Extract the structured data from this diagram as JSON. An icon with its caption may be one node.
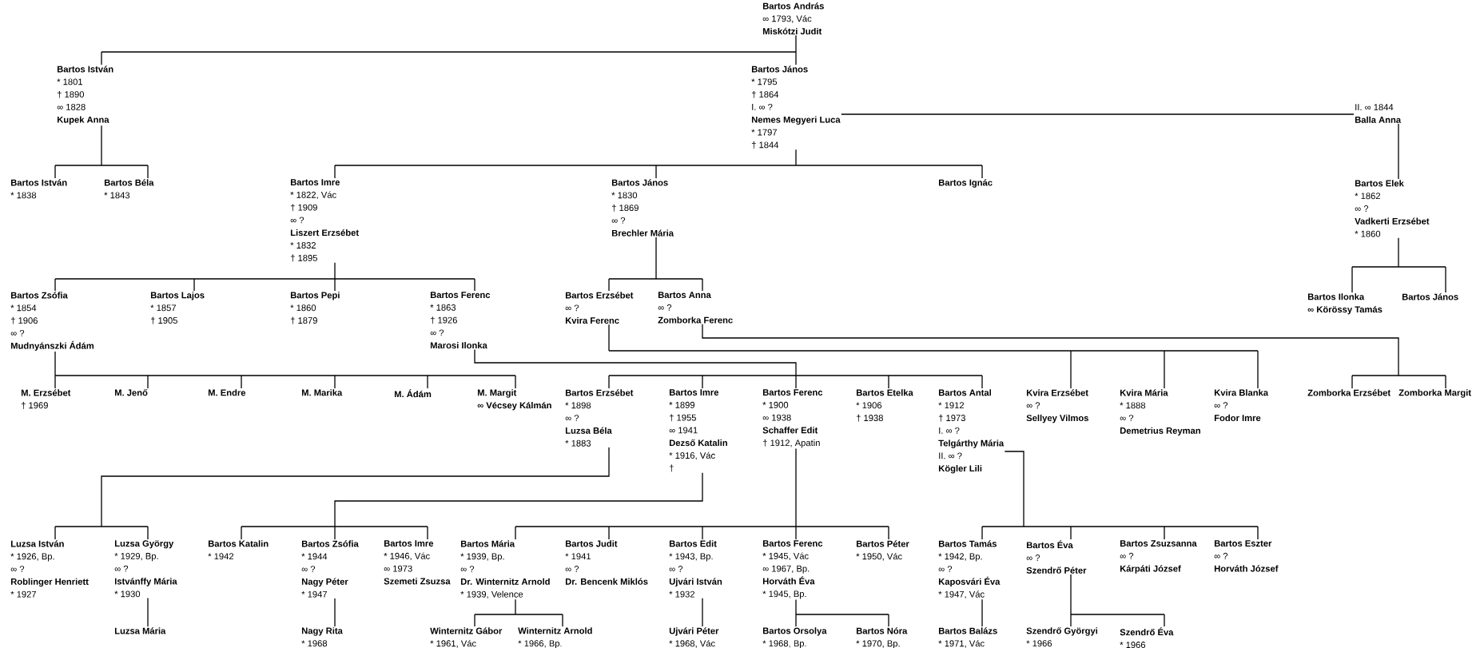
{
  "diagram": {
    "nodes": [
      {
        "text": [
          "Bartos András",
          "∞ 1793, Vác",
          "Miskótzi Judit"
        ]
      },
      {
        "text": [
          "Bartos István",
          "* 1801",
          "† 1890",
          "∞ 1828",
          "Kupek Anna"
        ]
      },
      {
        "text": [
          "Bartos János",
          "* 1795",
          "† 1864",
          "I. ∞ ?",
          "Nemes Megyeri Luca",
          "* 1797",
          "† 1844"
        ]
      },
      {
        "text": [
          "II. ∞ 1844",
          "Balla Anna"
        ]
      },
      {
        "text": [
          "Bartos István",
          "* 1838"
        ]
      },
      {
        "text": [
          "Bartos Béla",
          "* 1843"
        ]
      },
      {
        "text": [
          "Bartos Imre",
          "* 1822, Vác",
          "† 1909",
          "∞ ?",
          "Liszert Erzsébet",
          "* 1832",
          "† 1895"
        ]
      },
      {
        "text": [
          "Bartos János",
          "* 1830",
          "† 1869",
          "∞ ?",
          "Brechler Mária"
        ]
      },
      {
        "text": [
          "Bartos Ignác"
        ]
      },
      {
        "text": [
          "Bartos Elek",
          "* 1862",
          "∞ ?",
          "Vadkerti Erzsébet",
          "* 1860"
        ]
      },
      {
        "text": [
          "Bartos Zsófia",
          "* 1854",
          "† 1906",
          "∞ ?",
          "Mudnyánszki Ádám"
        ]
      },
      {
        "text": [
          "Bartos Lajos",
          "* 1857",
          "† 1905"
        ]
      },
      {
        "text": [
          "Bartos Pepi",
          "* 1860",
          "† 1879"
        ]
      },
      {
        "text": [
          "Bartos Ferenc",
          "* 1863",
          "† 1926",
          "∞ ?",
          "Marosi Ilonka"
        ]
      },
      {
        "text": [
          "Bartos Erzsébet",
          "∞ ?",
          "Kvira Ferenc"
        ]
      },
      {
        "text": [
          "Bartos Anna",
          "∞ ?",
          "Zomborka Ferenc"
        ]
      },
      {
        "text": [
          "Bartos Ilonka",
          "∞ Körössy Tamás"
        ]
      },
      {
        "text": [
          "Bartos János"
        ]
      },
      {
        "text": [
          "M. Erzsébet",
          "† 1969"
        ]
      },
      {
        "text": [
          "M. Jenő"
        ]
      },
      {
        "text": [
          "M. Endre"
        ]
      },
      {
        "text": [
          "M. Marika"
        ]
      },
      {
        "text": [
          "M. Ádám"
        ]
      },
      {
        "text": [
          "M. Margit",
          "∞ Vécsey Kálmán"
        ]
      },
      {
        "text": [
          "Bartos Erzsébet",
          "* 1898",
          "∞ ?",
          "Luzsa Béla",
          "* 1883"
        ]
      },
      {
        "text": [
          "Bartos Imre",
          "* 1899",
          "† 1955",
          "∞ 1941",
          "Dezső Katalin",
          "* 1916, Vác",
          "†"
        ]
      },
      {
        "text": [
          "Bartos Ferenc",
          "* 1900",
          "∞ 1938",
          "Schaffer Edit",
          "† 1912, Apatin"
        ]
      },
      {
        "text": [
          "Bartos Etelka",
          "* 1906",
          "† 1938"
        ]
      },
      {
        "text": [
          "Bartos Antal",
          "* 1912",
          "† 1973",
          "I. ∞ ?",
          "Telgárthy Mária",
          "II. ∞ ?",
          "Kögler Lili"
        ]
      },
      {
        "text": [
          "Kvira Erzsébet",
          "∞ ?",
          "Sellyey Vilmos"
        ]
      },
      {
        "text": [
          "Kvira Mária",
          "* 1888",
          "∞ ?",
          "Demetrius Reyman"
        ]
      },
      {
        "text": [
          "Kvira Blanka",
          "∞ ?",
          "Fodor Imre"
        ]
      },
      {
        "text": [
          "Zomborka Erzsébet"
        ]
      },
      {
        "text": [
          "Zomborka Margit"
        ]
      },
      {
        "text": [
          "Luzsa István",
          "* 1926, Bp.",
          "∞ ?",
          "Roblinger Henriett",
          "* 1927"
        ]
      },
      {
        "text": [
          "Luzsa György",
          "* 1929, Bp.",
          "∞ ?",
          "Istvánffy Mária",
          "* 1930"
        ]
      },
      {
        "text": [
          "Bartos Katalin",
          "* 1942"
        ]
      },
      {
        "text": [
          "Bartos Zsófia",
          "* 1944",
          "∞ ?",
          "Nagy Péter",
          "* 1947"
        ]
      },
      {
        "text": [
          "Bartos Imre",
          "* 1946, Vác",
          "∞ 1973",
          "Szemeti Zsuzsa"
        ]
      },
      {
        "text": [
          "Bartos Mária",
          "* 1939, Bp.",
          "∞ ?",
          "Dr. Winternitz Arnold",
          "* 1939, Velence"
        ]
      },
      {
        "text": [
          "Bartos Judit",
          "* 1941",
          "∞ ?",
          "Dr. Bencenk Miklós"
        ]
      },
      {
        "text": [
          "Bartos Edit",
          "* 1943, Bp.",
          "∞ ?",
          "Ujvári István",
          "* 1932"
        ]
      },
      {
        "text": [
          "Bartos Ferenc",
          "* 1945, Vác",
          "∞ 1967, Bp.",
          "Horváth Éva",
          "* 1945, Bp."
        ]
      },
      {
        "text": [
          "Bartos Péter",
          "* 1950, Vác"
        ]
      },
      {
        "text": [
          "Bartos Tamás",
          "* 1942, Bp.",
          "∞ ?",
          "Kaposvári Éva",
          "* 1947, Vác"
        ]
      },
      {
        "text": [
          "Bartos Éva",
          "∞ ?",
          "Szendrő Péter"
        ]
      },
      {
        "text": [
          "Bartos Zsuzsanna",
          "∞ ?",
          "Kárpáti József"
        ]
      },
      {
        "text": [
          "Bartos Eszter",
          "∞ ?",
          "Horváth József"
        ]
      },
      {
        "text": [
          "Luzsa Mária"
        ]
      },
      {
        "text": [
          "Nagy Rita",
          "* 1968"
        ]
      },
      {
        "text": [
          "Winternitz Gábor",
          "* 1961, Vác"
        ]
      },
      {
        "text": [
          "Winternitz Arnold",
          "* 1966, Bp."
        ]
      },
      {
        "text": [
          "Ujvári Péter",
          "* 1968, Vác"
        ]
      },
      {
        "text": [
          "Bartos Orsolya",
          "* 1968, Bp."
        ]
      },
      {
        "text": [
          "Bartos Nóra",
          "* 1970, Bp."
        ]
      },
      {
        "text": [
          "Bartos Balázs",
          "* 1971, Vác"
        ]
      },
      {
        "text": [
          "Szendrő Györgyi",
          "* 1966"
        ]
      },
      {
        "text": [
          "Szendrő Éva",
          "* 1966"
        ]
      }
    ],
    "edges": [
      {
        "from": 0,
        "to": 1,
        "arrow": "none"
      },
      {
        "from": 0,
        "to": 2,
        "arrow": "none"
      },
      {
        "from": 2,
        "to": 3,
        "arrow": "none"
      },
      {
        "from": 1,
        "to": 4,
        "arrow": "none"
      },
      {
        "from": 1,
        "to": 5,
        "arrow": "none"
      },
      {
        "from": 2,
        "to": 6,
        "arrow": "none"
      },
      {
        "from": 2,
        "to": 7,
        "arrow": "none"
      },
      {
        "from": 2,
        "to": 8,
        "arrow": "none"
      },
      {
        "from": 3,
        "to": 9,
        "arrow": "none"
      },
      {
        "from": 6,
        "to": 10,
        "arrow": "none"
      },
      {
        "from": 6,
        "to": 11,
        "arrow": "none"
      },
      {
        "from": 6,
        "to": 12,
        "arrow": "none"
      },
      {
        "from": 6,
        "to": 13,
        "arrow": "none"
      },
      {
        "from": 7,
        "to": 14,
        "arrow": "none"
      },
      {
        "from": 7,
        "to": 15,
        "arrow": "none"
      },
      {
        "from": 9,
        "to": 16,
        "arrow": "none"
      },
      {
        "from": 9,
        "to": 17,
        "arrow": "none"
      },
      {
        "from": 10,
        "to": 18,
        "arrow": "none"
      },
      {
        "from": 10,
        "to": 19,
        "arrow": "none"
      },
      {
        "from": 10,
        "to": 20,
        "arrow": "none"
      },
      {
        "from": 10,
        "to": 21,
        "arrow": "none"
      },
      {
        "from": 10,
        "to": 22,
        "arrow": "none"
      },
      {
        "from": 10,
        "to": 23,
        "arrow": "none"
      },
      {
        "from": 13,
        "to": 24,
        "arrow": "none"
      },
      {
        "from": 13,
        "to": 25,
        "arrow": "none"
      },
      {
        "from": 13,
        "to": 26,
        "arrow": "none"
      },
      {
        "from": 13,
        "to": 27,
        "arrow": "none"
      },
      {
        "from": 13,
        "to": 28,
        "arrow": "none"
      },
      {
        "from": 14,
        "to": 29,
        "arrow": "none"
      },
      {
        "from": 14,
        "to": 30,
        "arrow": "none"
      },
      {
        "from": 14,
        "to": 31,
        "arrow": "none"
      },
      {
        "from": 15,
        "to": 32,
        "arrow": "none"
      },
      {
        "from": 15,
        "to": 33,
        "arrow": "none"
      },
      {
        "from": 24,
        "to": 34,
        "arrow": "none"
      },
      {
        "from": 24,
        "to": 35,
        "arrow": "none"
      },
      {
        "from": 25,
        "to": 36,
        "arrow": "none"
      },
      {
        "from": 25,
        "to": 37,
        "arrow": "none"
      },
      {
        "from": 25,
        "to": 38,
        "arrow": "none"
      },
      {
        "from": 26,
        "to": 39,
        "arrow": "none"
      },
      {
        "from": 26,
        "to": 40,
        "arrow": "none"
      },
      {
        "from": 26,
        "to": 41,
        "arrow": "none"
      },
      {
        "from": 26,
        "to": 42,
        "arrow": "none"
      },
      {
        "from": 26,
        "to": 43,
        "arrow": "none"
      },
      {
        "from": 28,
        "to": 44,
        "arrow": "none"
      },
      {
        "from": 28,
        "to": 45,
        "arrow": "none"
      },
      {
        "from": 28,
        "to": 46,
        "arrow": "none"
      },
      {
        "from": 28,
        "to": 47,
        "arrow": "none"
      },
      {
        "from": 35,
        "to": 48,
        "arrow": "none"
      },
      {
        "from": 37,
        "to": 49,
        "arrow": "none"
      },
      {
        "from": 39,
        "to": 50,
        "arrow": "none"
      },
      {
        "from": 39,
        "to": 51,
        "arrow": "none"
      },
      {
        "from": 41,
        "to": 52,
        "arrow": "none"
      },
      {
        "from": 42,
        "to": 53,
        "arrow": "none"
      },
      {
        "from": 42,
        "to": 54,
        "arrow": "none"
      },
      {
        "from": 44,
        "to": 55,
        "arrow": "none"
      },
      {
        "from": 45,
        "to": 56,
        "arrow": "none"
      },
      {
        "from": 45,
        "to": 57,
        "arrow": "none"
      }
    ]
  }
}
